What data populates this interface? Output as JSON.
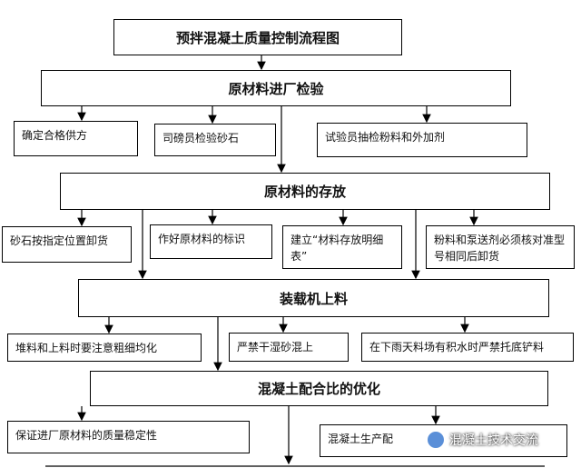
{
  "title": "预拌混凝土质量控制流程图",
  "sections": [
    {
      "heading": "原材料进厂检验",
      "items": [
        "确定合格供方",
        "司磅员检验砂石",
        "试验员抽检粉料和外加剂"
      ]
    },
    {
      "heading": "原材料的存放",
      "items": [
        "砂石按指定位置卸货",
        "作好原材料的标识",
        "建立“材料存放明细表”",
        "粉料和泵送剂必须核对准型号相同后卸货"
      ]
    },
    {
      "heading": "装载机上料",
      "items": [
        "堆料和上料时要注意粗细均化",
        "严禁干湿砂混上",
        "在下雨天料场有积水时严禁托底铲料"
      ]
    },
    {
      "heading": "混凝土配合比的优化",
      "items": [
        "保证进厂原材料的质量稳定性",
        "混凝土生产配"
      ]
    }
  ],
  "watermark": "混凝土技术交流"
}
